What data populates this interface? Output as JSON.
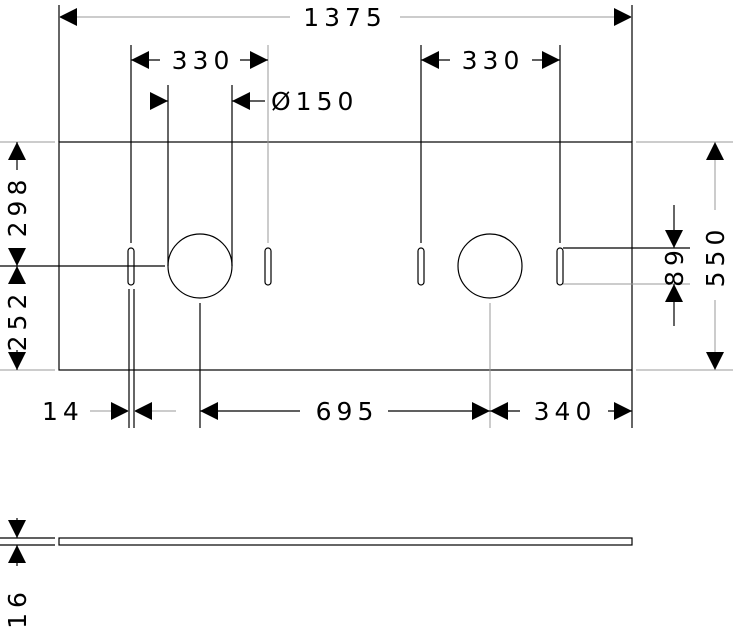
{
  "title": "Plate dimension drawing",
  "dimensions": {
    "overall_width": "1375",
    "left_spacing": "330",
    "right_spacing": "330",
    "hole_diameter": "Ø150",
    "top_to_center": "298",
    "center_to_bottom": "252",
    "overall_height": "550",
    "slot_length": "89",
    "slot_width": "14",
    "center_distance": "695",
    "right_offset": "340",
    "thickness": "16"
  }
}
